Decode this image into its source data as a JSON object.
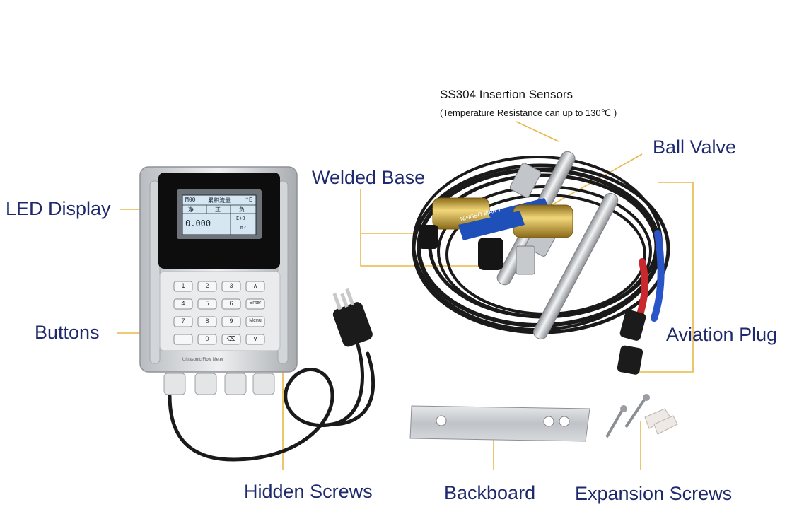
{
  "labels": {
    "led_display": "LED Display",
    "buttons": "Buttons",
    "hidden_screws": "Hidden Screws",
    "welded_base": "Welded Base",
    "sensor_title": "SS304 Insertion Sensors",
    "sensor_note": "(Temperature Resistance can up to 130℃ )",
    "ball_valve": "Ball Valve",
    "aviation_plug": "Aviation Plug",
    "backboard": "Backboard",
    "expansion_screws": "Expansion Screws"
  },
  "device": {
    "lcd": {
      "mode": "M00",
      "header": "累积流量",
      "flag": "*E",
      "col_net": "净",
      "col_pos": "正",
      "col_neg": "负",
      "value": "0.000",
      "exponent": "E+0",
      "unit": "m³"
    },
    "keys": [
      "1",
      "2",
      "3",
      "∧",
      "4",
      "5",
      "6",
      "Enter",
      "7",
      "8",
      "9",
      "Menu",
      "·",
      "0",
      "⌫",
      "∨"
    ],
    "brand": "Ultrasonic Flow Meter"
  },
  "valve_text": "NINGBO BIAN 1\"",
  "colors": {
    "label_text": "#1f2a6e",
    "leader_line": "#e8b84a",
    "valve_handle": "#1f4fb8",
    "brass": "#c9a235",
    "cable": "#1a1a1a",
    "cable_red": "#c8282e",
    "cable_blue": "#2a55c8"
  }
}
